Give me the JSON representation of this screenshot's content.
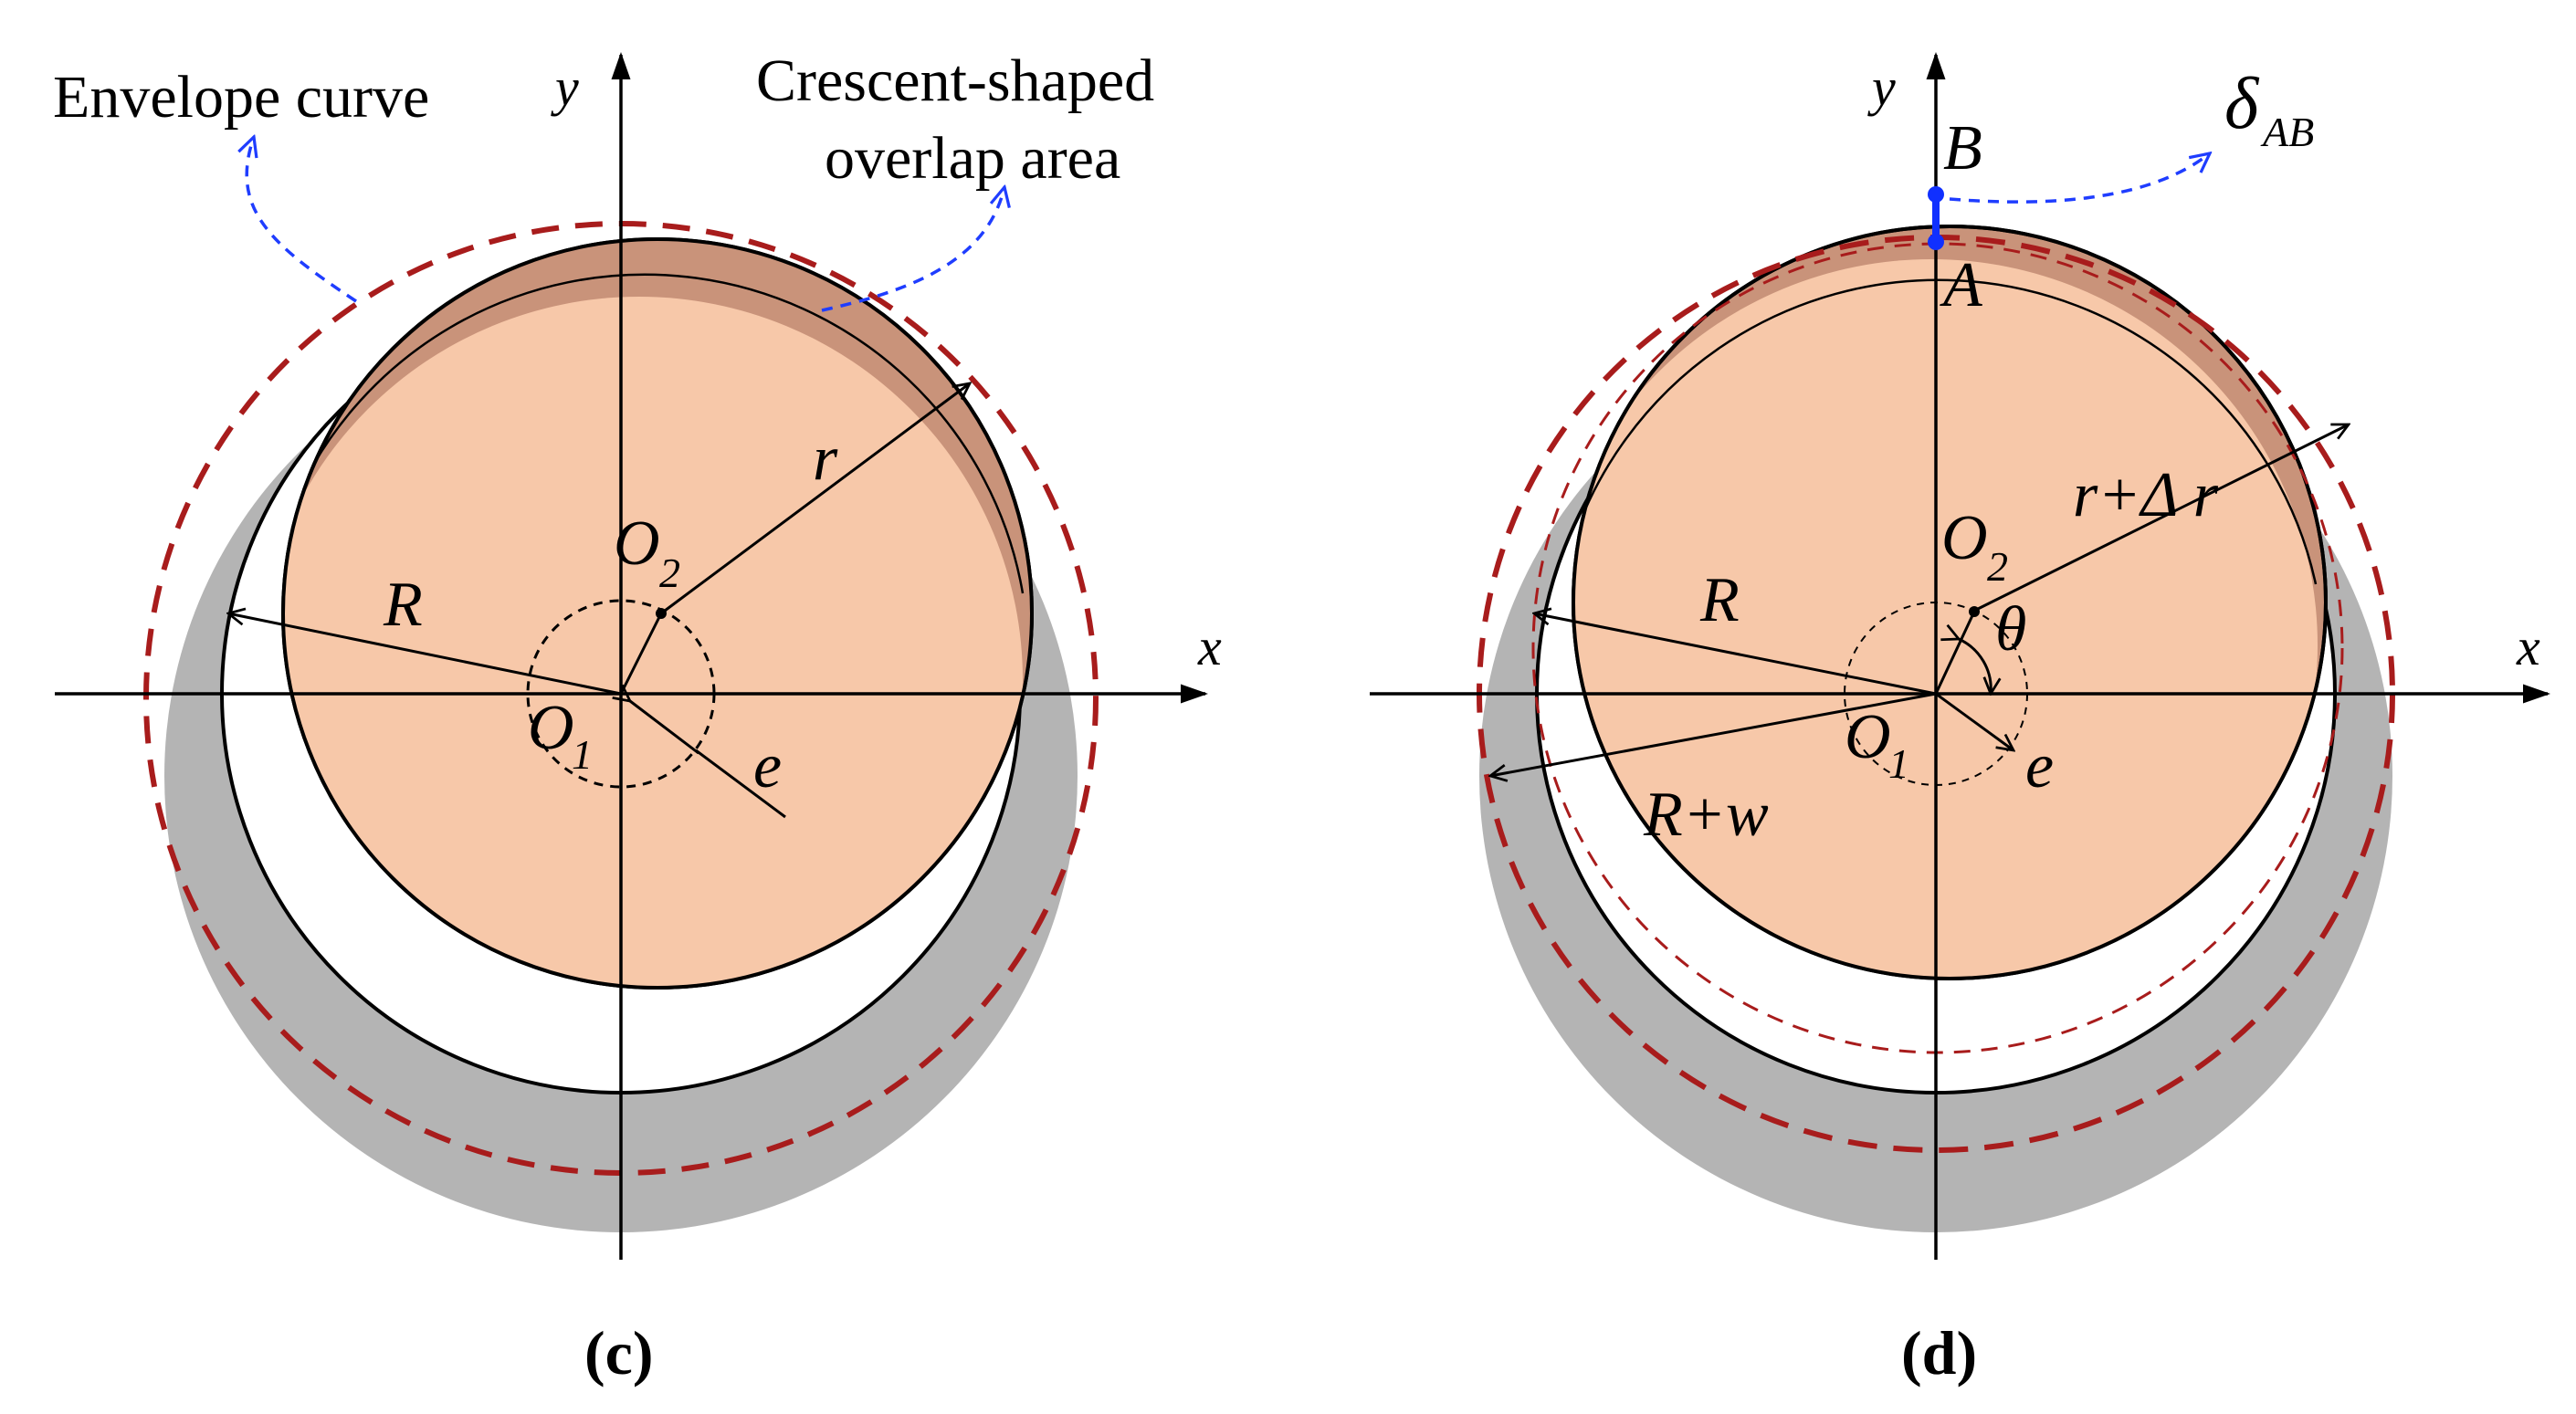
{
  "colors": {
    "housing_gray": "#b4b4b4",
    "overlap_brown": "#c9937a",
    "rotor_peach": "#f7c8a9",
    "envelope_red": "#a81c1c",
    "annotation_blue": "#1f3dff",
    "point_blue": "#1030ff",
    "line_black": "#000000"
  },
  "panel_c": {
    "caption_open": "(",
    "caption_letter": "c",
    "caption_close": ")",
    "annotation_envelope": "Envelope curve",
    "annotation_crescent_line1": "Crescent-shaped",
    "annotation_crescent_line2": "overlap area",
    "axis_x": "x",
    "axis_y": "y",
    "label_r": "r",
    "label_R": "R",
    "label_O2_main": "O",
    "label_O2_sub": "2",
    "label_O1_main": "O",
    "label_O1_sub": "1",
    "label_e": "e"
  },
  "panel_d": {
    "caption_open": "(",
    "caption_letter": "d",
    "caption_close": ")",
    "label_delta_main": "δ",
    "label_delta_sub": "AB",
    "axis_x": "x",
    "axis_y": "y",
    "label_B": "B",
    "label_A": "A",
    "label_r_dr": "r+Δ r",
    "label_O2_main": "O",
    "label_O2_sub": "2",
    "label_theta": "θ",
    "label_R": "R",
    "label_R_w": "R+w",
    "label_O1_main": "O",
    "label_O1_sub": "1",
    "label_e": "e"
  }
}
